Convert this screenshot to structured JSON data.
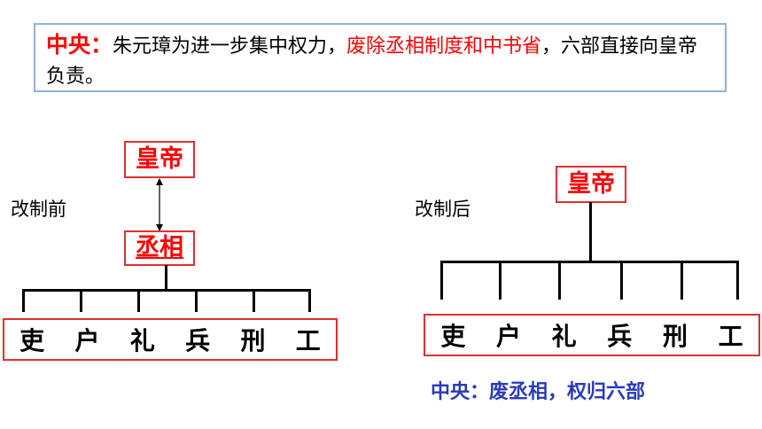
{
  "top": {
    "lead": "中央：",
    "text_before": "朱元璋为进一步集中权力，",
    "highlight": "废除丞相制度和中书省",
    "text_after": "，六部直接向皇帝负责。"
  },
  "left": {
    "label": "改制前",
    "emperor": "皇帝",
    "chancellor": "丞相",
    "ministries": [
      "吏",
      "户",
      "礼",
      "兵",
      "刑",
      "工"
    ]
  },
  "right": {
    "label": "改制后",
    "emperor": "皇帝",
    "ministries": [
      "吏",
      "户",
      "礼",
      "兵",
      "刑",
      "工"
    ]
  },
  "summary": "中央：废丞相，权归六部",
  "colors": {
    "accent": "#ff0000",
    "box_border": "#e03030",
    "frame": "#8fb3d9",
    "summary": "#2a3ab8"
  }
}
